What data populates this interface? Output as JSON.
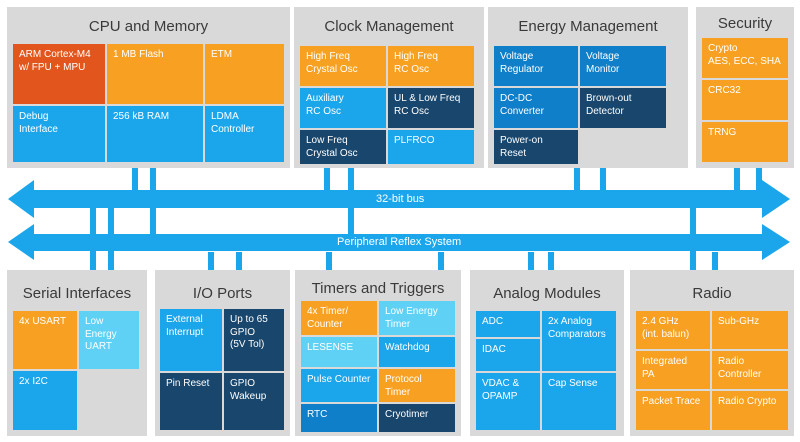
{
  "colors": {
    "orange": "#f7a021",
    "blue": "#1ba6ec",
    "navy": "#18466c",
    "red": "#e2561d",
    "light_blue": "#5ed1f5",
    "mid_blue": "#0f7fc9",
    "panel": "#d9d9d9",
    "bus": "#1ba6ec"
  },
  "bus": {
    "main_label": "32-bit bus",
    "reflex_label": "Peripheral Reflex System"
  },
  "panels": {
    "cpu": {
      "title": "CPU and Memory",
      "blocks": [
        "ARM Cortex-M4\nw/ FPU + MPU",
        "1 MB Flash",
        "ETM",
        "Debug\nInterface",
        "256 kB RAM",
        "LDMA\nController"
      ]
    },
    "clock": {
      "title": "Clock Management",
      "blocks": [
        "High Freq\nCrystal Osc",
        "High Freq\nRC Osc",
        "Auxiliary\nRC Osc",
        "UL & Low Freq\nRC Osc",
        "Low Freq\nCrystal Osc",
        "PLFRCO"
      ]
    },
    "energy": {
      "title": "Energy Management",
      "blocks": [
        "Voltage\nRegulator",
        "Voltage\nMonitor",
        "DC-DC\nConverter",
        "Brown-out\nDetector",
        "Power-on\nReset"
      ]
    },
    "security": {
      "title": "Security",
      "blocks": [
        "Crypto\nAES, ECC, SHA",
        "CRC32",
        "TRNG"
      ]
    },
    "serial": {
      "title": "Serial Interfaces",
      "blocks": [
        "4x USART",
        "Low\nEnergy\nUART",
        "2x I2C"
      ]
    },
    "io": {
      "title": "I/O Ports",
      "blocks": [
        "External\nInterrupt",
        "Up to 65\nGPIO\n(5V Tol)",
        "Pin Reset",
        "GPIO\nWakeup"
      ]
    },
    "timers": {
      "title": "Timers and Triggers",
      "blocks": [
        "4x Timer/\nCounter",
        "Low Energy\nTimer",
        "LESENSE",
        "Watchdog",
        "Pulse Counter",
        "Protocol\nTimer",
        "RTC",
        "Cryotimer"
      ]
    },
    "analog": {
      "title": "Analog Modules",
      "blocks": [
        "ADC",
        "2x Analog\nComparators",
        "IDAC",
        "VDAC &\nOPAMP",
        "Cap Sense"
      ]
    },
    "radio": {
      "title": "Radio",
      "blocks": [
        "2.4 GHz\n(int. balun)",
        "Sub-GHz",
        "Integrated\nPA",
        "Radio\nController",
        "Packet Trace",
        "Radio Crypto"
      ]
    }
  }
}
